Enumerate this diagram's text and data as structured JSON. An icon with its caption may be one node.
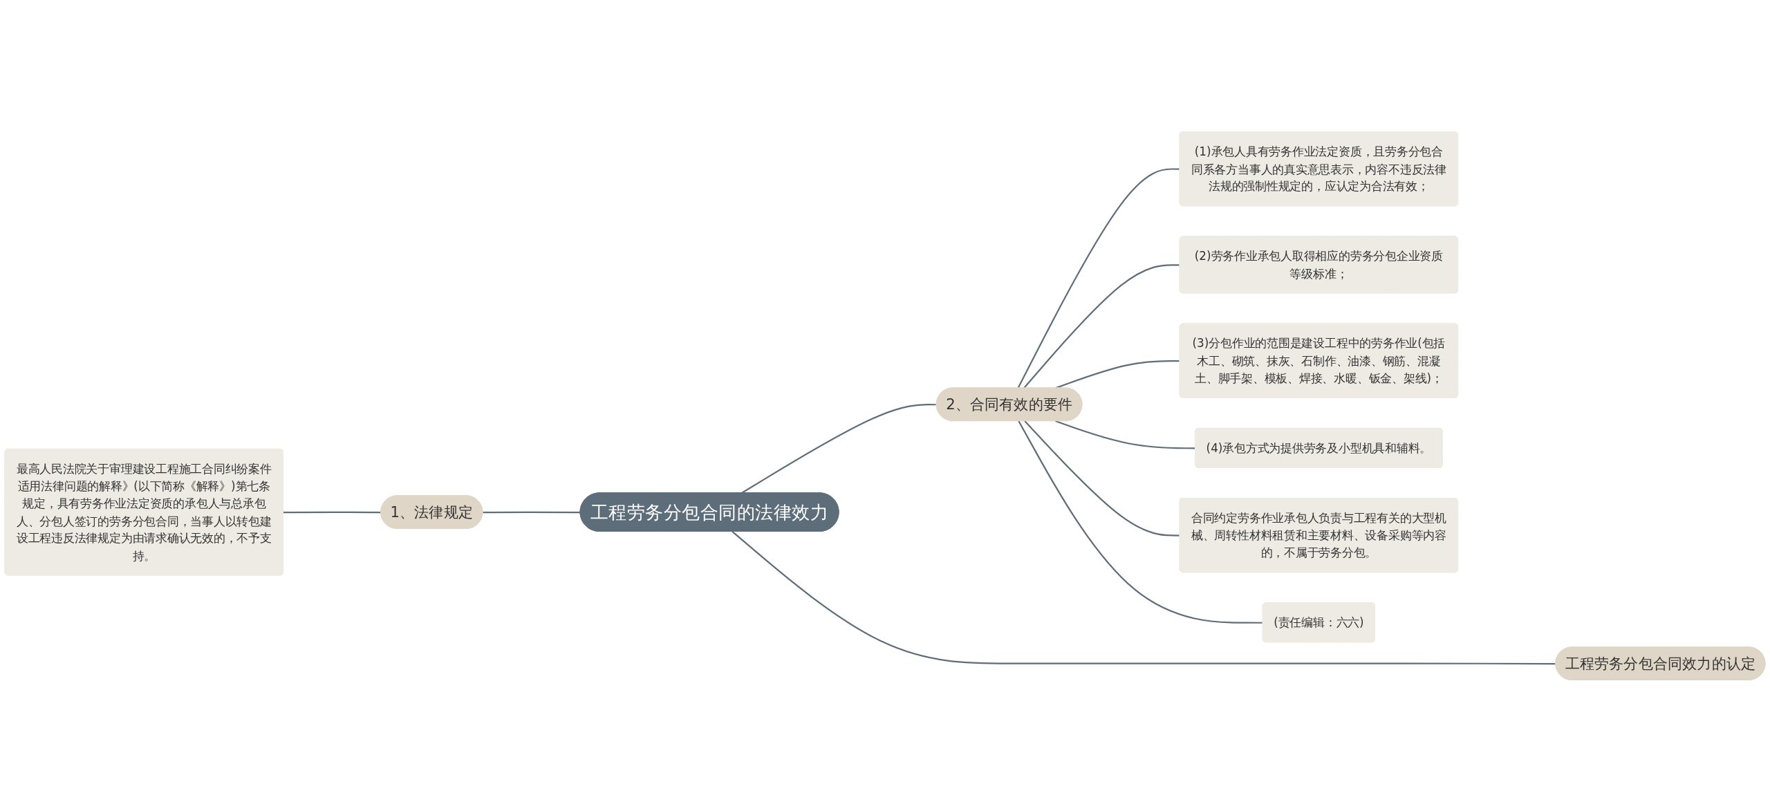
{
  "diagram": {
    "nodes": [
      {
        "text": [
          "工程劳务分包合同的法律效力"
        ]
      },
      {
        "text": [
          "工程劳务分包合同效力的认定"
        ]
      },
      {
        "text": [
          "1、法律规定"
        ]
      },
      {
        "text": [
          "最高人民法院关于审理建设工程施工合同纠纷案件适用法律问题的解释》(以下简称《解释》)第七条规定，具有劳务作业法定资质的承包人与总承包人、分包人签订的劳务分包合同，当事人以转包建设工程违反法律规定为由请求确认无效的，不予支持。"
        ]
      },
      {
        "text": [
          "2、合同有效的要件"
        ]
      },
      {
        "text": [
          "(1)承包人具有劳务作业法定资质，且劳务分包合同系各方当事人的真实意思表示，内容不违反法律法规的强制性规定的，应认定为合法有效；"
        ]
      },
      {
        "text": [
          "(2)劳务作业承包人取得相应的劳务分包企业资质等级标准；"
        ]
      },
      {
        "text": [
          "(3)分包作业的范围是建设工程中的劳务作业(包括木工、砌筑、抹灰、石制作、油漆、钢筋、混凝土、脚手架、模板、焊接、水暖、钣金、架线)；"
        ]
      },
      {
        "text": [
          "(4)承包方式为提供劳务及小型机具和辅料。"
        ]
      },
      {
        "text": [
          "合同约定劳务作业承包人负责与工程有关的大型机械、周转性材料租赁和主要材料、设备采购等内容的，不属于劳务分包。"
        ]
      },
      {
        "text": [
          "(责任编辑：六六)"
        ]
      }
    ],
    "edges": [
      {
        "from": 0,
        "to": 1,
        "arrow": "none"
      },
      {
        "from": 3,
        "to": 2,
        "arrow": "none"
      },
      {
        "from": 2,
        "to": 0,
        "arrow": "none"
      },
      {
        "from": 0,
        "to": 4,
        "arrow": "none"
      },
      {
        "from": 4,
        "to": 5,
        "arrow": "none"
      },
      {
        "from": 4,
        "to": 6,
        "arrow": "none"
      },
      {
        "from": 4,
        "to": 7,
        "arrow": "none"
      },
      {
        "from": 4,
        "to": 8,
        "arrow": "none"
      },
      {
        "from": 4,
        "to": 9,
        "arrow": "none"
      },
      {
        "from": 4,
        "to": 10,
        "arrow": "none"
      }
    ]
  }
}
